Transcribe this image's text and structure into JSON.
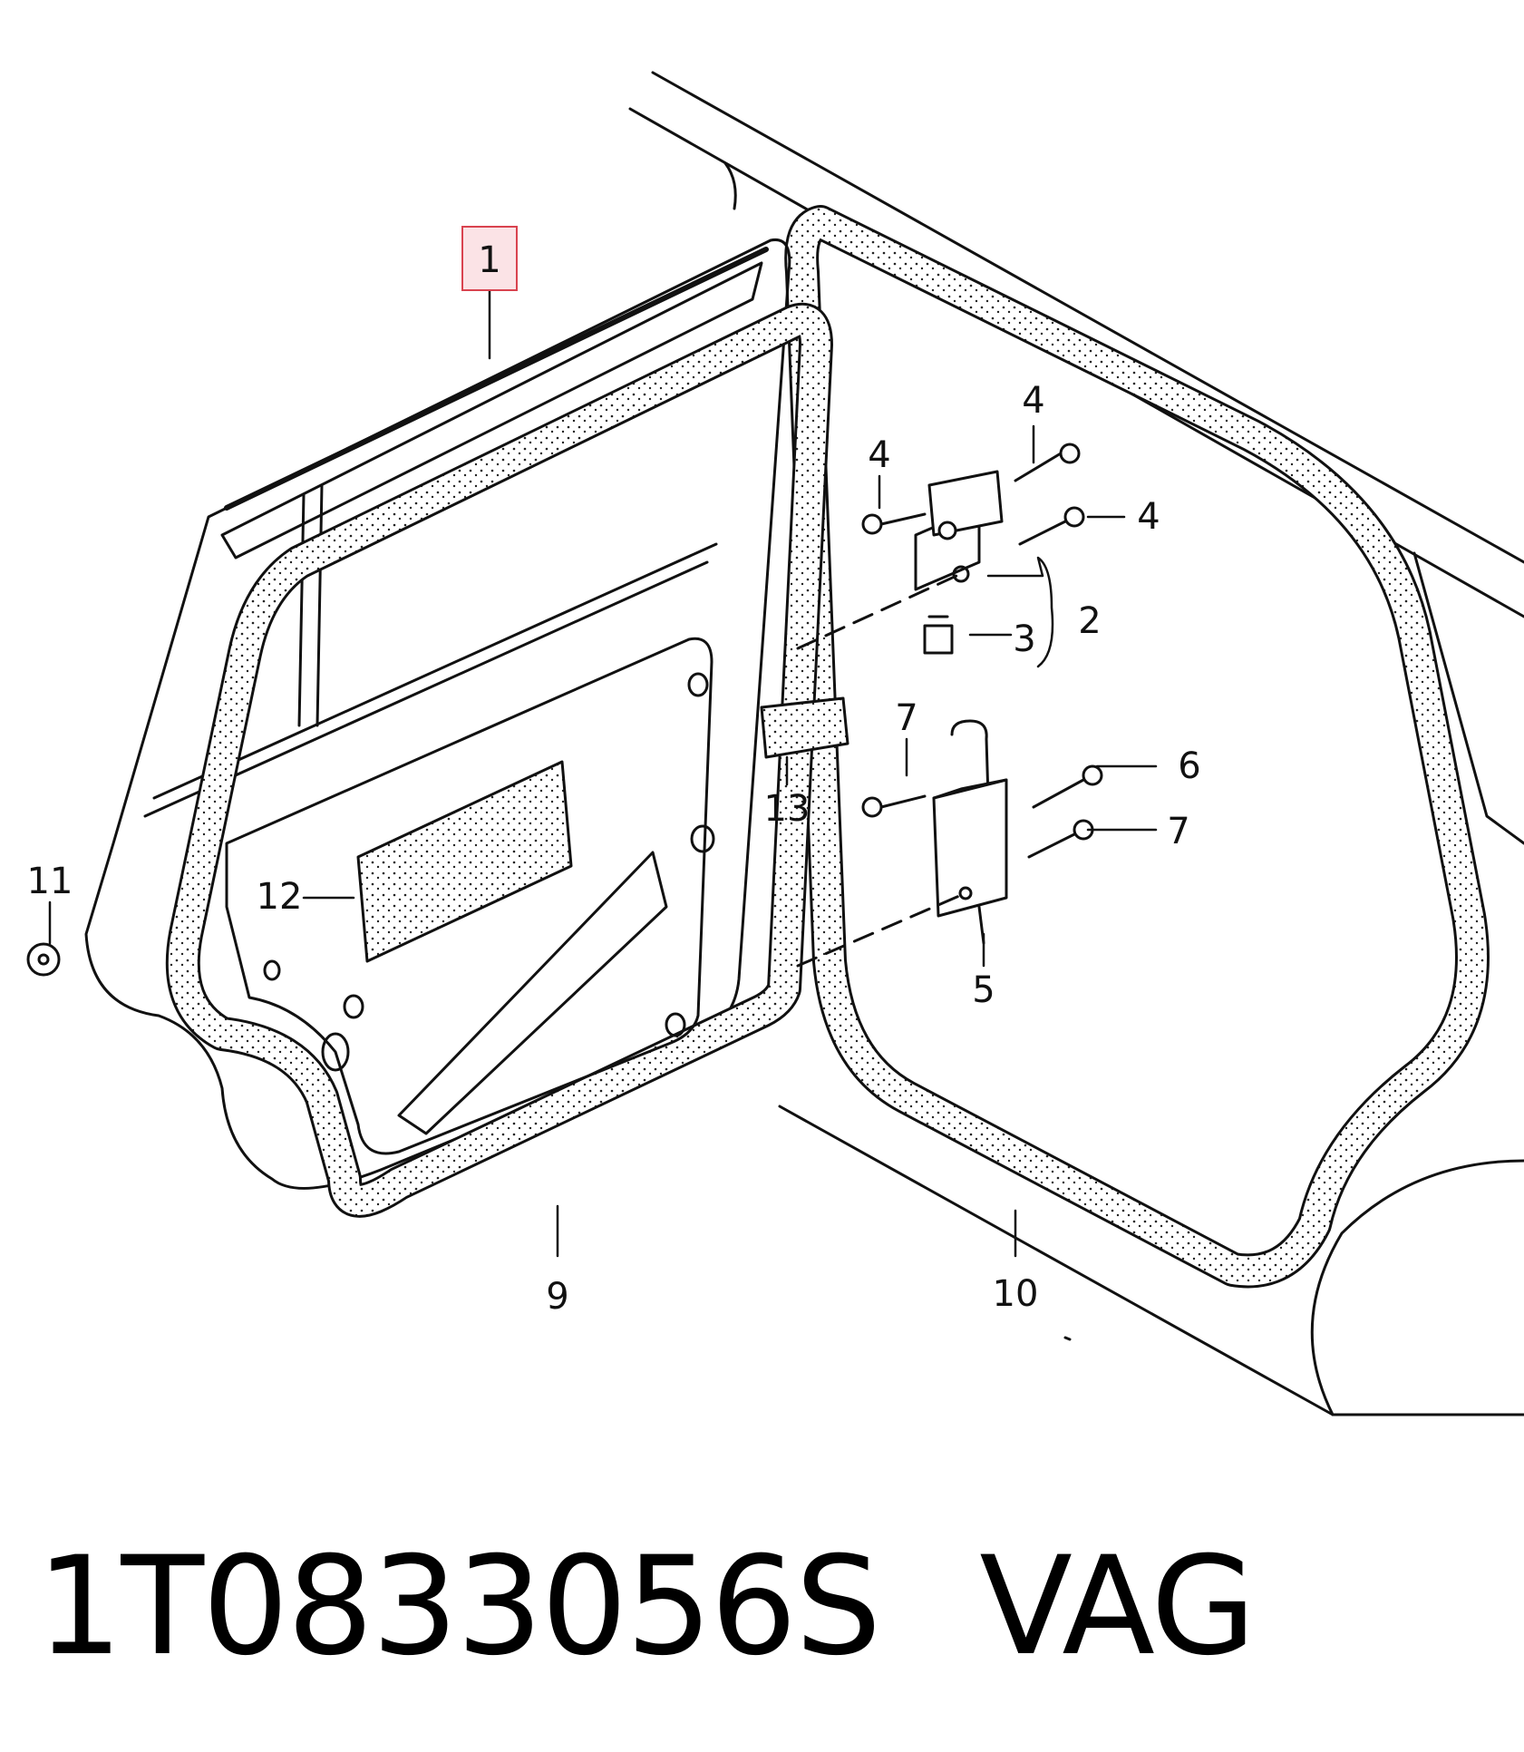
{
  "callouts": {
    "c1": "1",
    "c2": "2",
    "c3": "3",
    "c4a": "4",
    "c4b": "4",
    "c4c": "4",
    "c5": "5",
    "c6": "6",
    "c7a": "7",
    "c7b": "7",
    "c9": "9",
    "c10": "10",
    "c11": "11",
    "c12": "12",
    "c13": "13"
  },
  "footer": {
    "part_number": "1T0833056S",
    "brand": "VAG"
  },
  "colors": {
    "line": "#111111",
    "highlight_box": "#d9434f",
    "highlight_fill": "#fbe3e6"
  }
}
